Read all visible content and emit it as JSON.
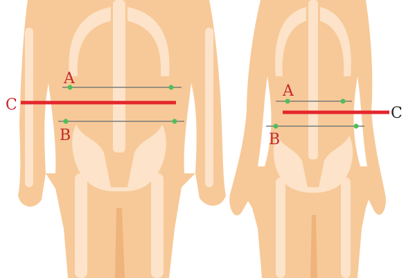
{
  "colors": {
    "skin": "#f7c998",
    "skin_shadow": "#efb47c",
    "bone": "#fde6cf",
    "measure_red": "#e3262b",
    "guide_gray": "#7a7a7a",
    "landmark_green": "#4fbf5a",
    "label_red": "#c2272d",
    "label_dark": "#222222"
  },
  "male_figure": {
    "label_a": "A",
    "label_b": "B",
    "label_c": "C"
  },
  "female_figure": {
    "label_a": "A",
    "label_b": "B",
    "label_c": "C"
  }
}
